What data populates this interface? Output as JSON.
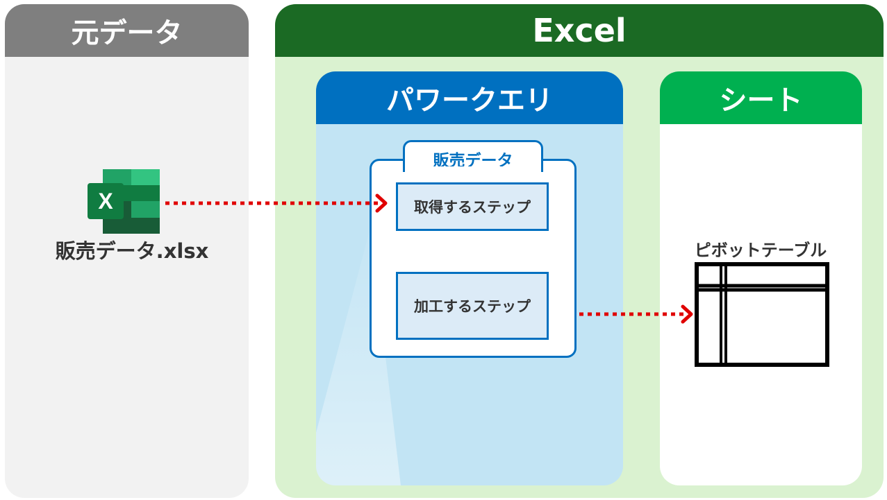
{
  "source": {
    "title": "元データ",
    "file_name": "販売データ.xlsx",
    "file_icon_letter": "X",
    "icon": "excel-file-icon"
  },
  "excel": {
    "title": "Excel",
    "power_query": {
      "title": "パワークエリ",
      "query": {
        "name": "販売データ",
        "steps": [
          {
            "label": "取得するステップ"
          },
          {
            "label": "加工するステップ"
          }
        ]
      }
    },
    "sheet": {
      "title": "シート",
      "pivot_label": "ピボットテーブル",
      "icon": "pivot-table-icon"
    }
  },
  "colors": {
    "source_header": "#7f7f7f",
    "excel_header": "#1b6a24",
    "power_query_header": "#0070c0",
    "sheet_header": "#00b050",
    "arrow": "#e00000"
  }
}
